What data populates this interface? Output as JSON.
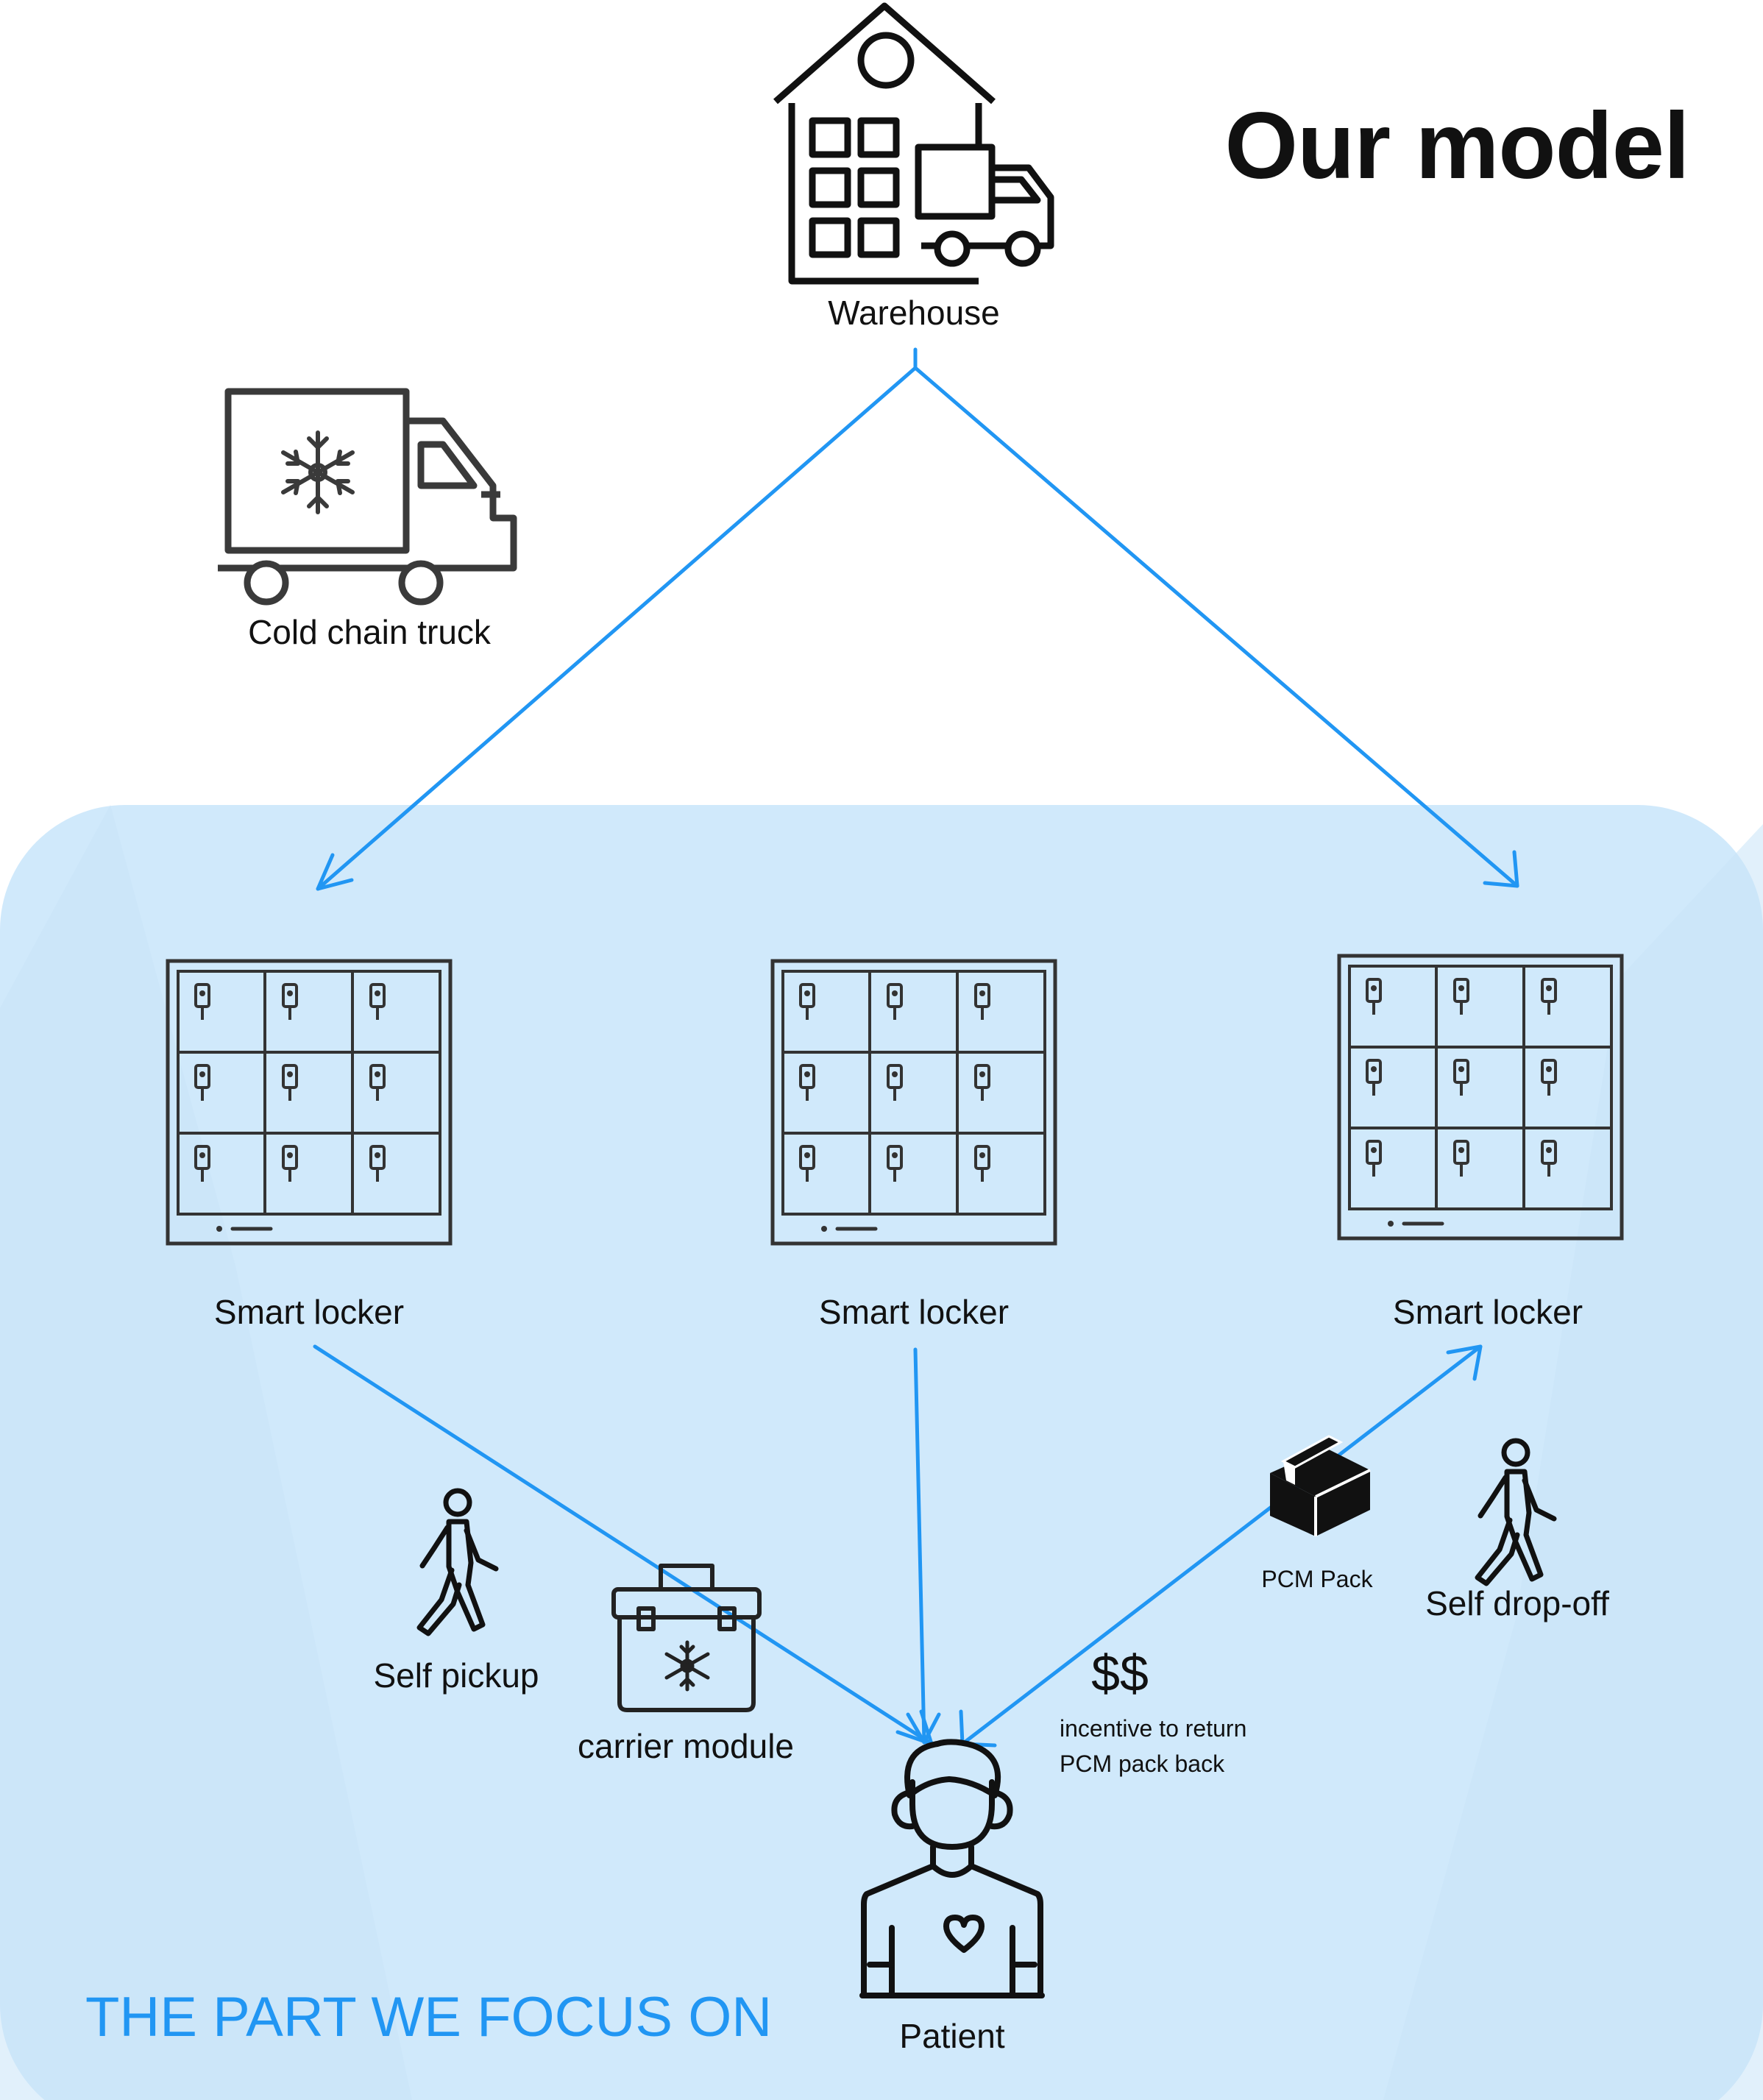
{
  "title": "Our model",
  "nodes": {
    "warehouse": "Warehouse",
    "cold_chain_truck": "Cold chain truck",
    "smart_locker_left": "Smart locker",
    "smart_locker_center": "Smart locker",
    "smart_locker_right": "Smart locker",
    "self_pickup": "Self pickup",
    "carrier_module": "carrier module",
    "pcm_pack": "PCM Pack",
    "self_dropoff": "Self drop-off",
    "patient": "Patient"
  },
  "incentive": {
    "symbol": "$$",
    "line1": "incentive to return",
    "line2": "PCM pack back"
  },
  "focus_label": "THE PART WE FOCUS ON",
  "colors": {
    "arrow": "#2196f3",
    "focus_region": "#d0e9fb",
    "focus_text": "#2196f3",
    "icon_stroke": "#222222"
  },
  "icons": [
    "warehouse-icon",
    "cold-truck-icon",
    "smart-locker-icon",
    "walking-person-icon",
    "cooler-box-icon",
    "package-icon",
    "patient-icon"
  ]
}
